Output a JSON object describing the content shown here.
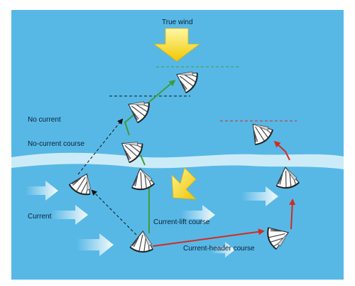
{
  "labels": {
    "true_wind": "True wind",
    "no_current": "No current",
    "no_current_course": "No-current course",
    "current": "Current",
    "current_lift_course": "Current-lift course",
    "current_header_course": "Current-header course"
  },
  "colors": {
    "water": "#57b8e6",
    "current_band": "#d9f1fb",
    "no_current_course": "#111111",
    "current_lift_course": "#3f9b3a",
    "current_header_course": "#d52a1e",
    "wind_arrow": "#f3d200",
    "boat_hull": "#ffffff",
    "boat_stripes": "#444444"
  },
  "icons": [
    "true-wind-arrow",
    "apparent-wind-arrow",
    "current-flow-arrow",
    "sailboat-icon"
  ]
}
